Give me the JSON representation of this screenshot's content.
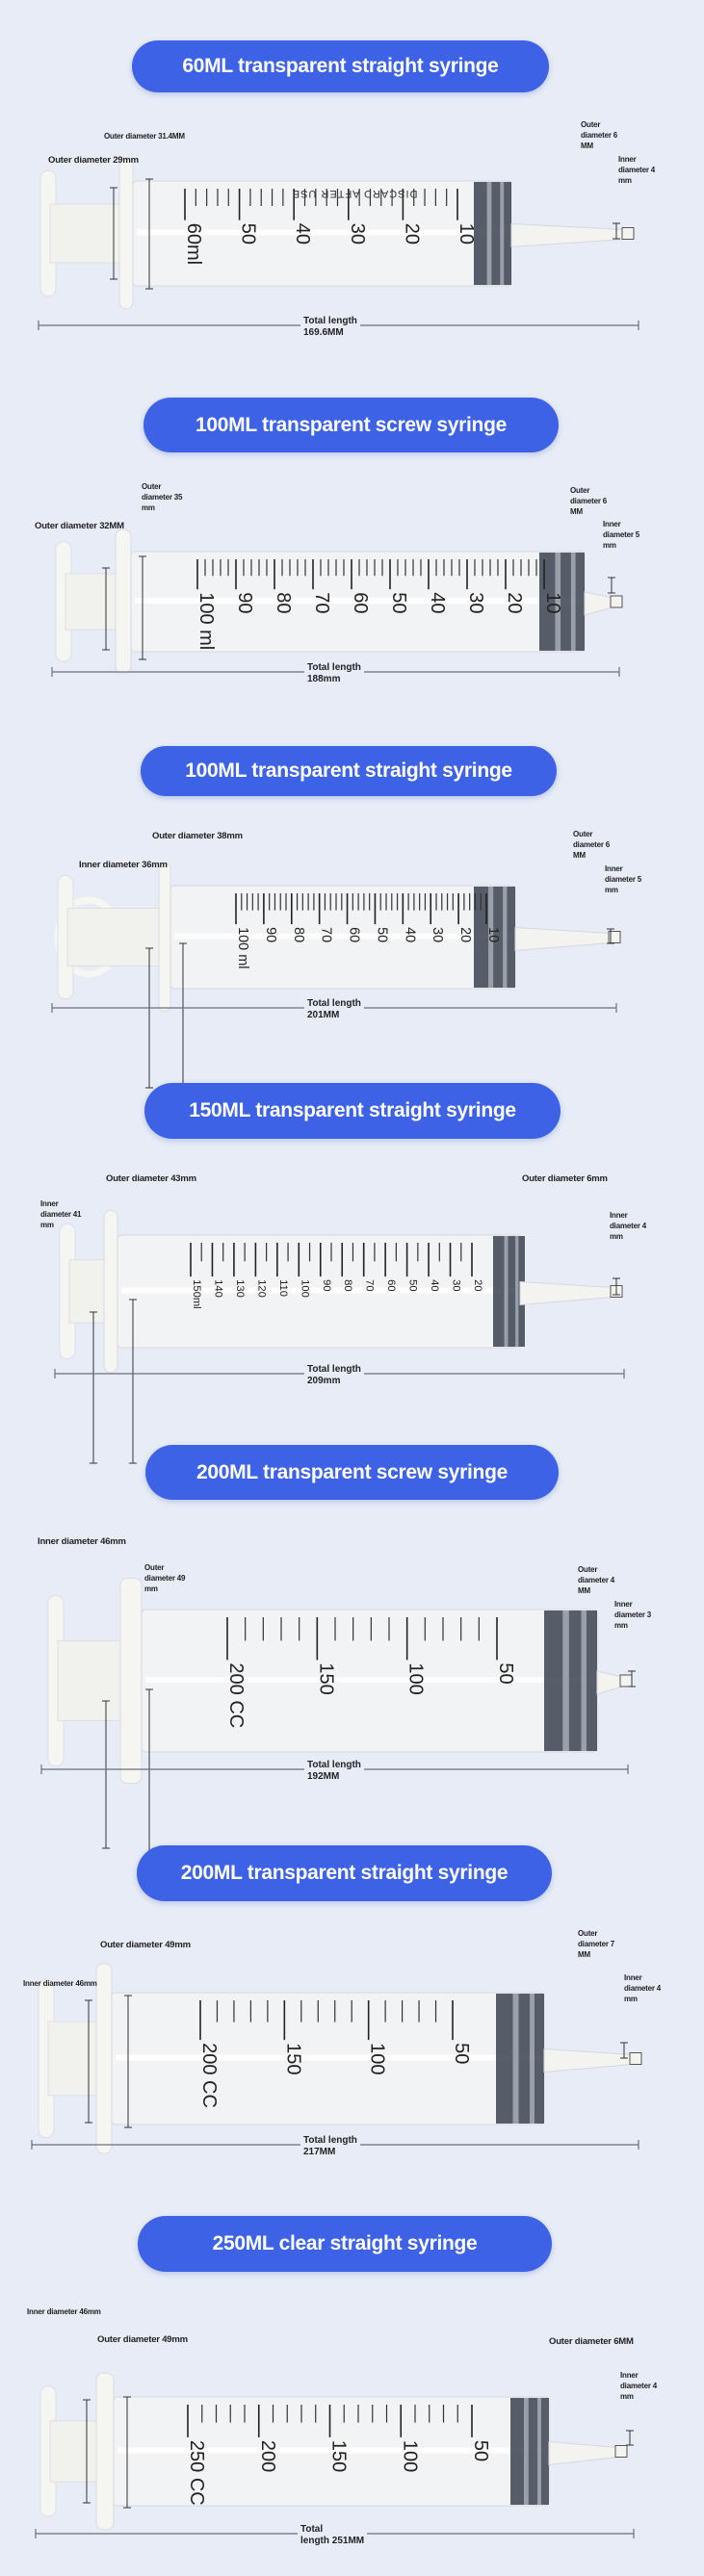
{
  "sections": [
    {
      "title": "60ML transparent straight syringe",
      "labels": [
        "Outer diameter 31.4MM",
        "Outer diameter 29mm",
        "Outer\ndiameter 6\nMM",
        "Inner\ndiameter 4\nmm"
      ],
      "total": "Total length\n169.6MM",
      "scale": [
        "60ml",
        "50",
        "40",
        "30",
        "20",
        "10"
      ],
      "barrel_print": "DISCARD AFTER USE"
    },
    {
      "title": "100ML transparent screw syringe",
      "labels": [
        "Outer\ndiameter 35\nmm",
        "Outer diameter 32MM",
        "Outer\ndiameter 6\nMM",
        "Inner\ndiameter 5\nmm"
      ],
      "total": "Total length\n188mm",
      "scale": [
        "100 ml",
        "90",
        "80",
        "70",
        "60",
        "50",
        "40",
        "30",
        "20",
        "10"
      ]
    },
    {
      "title": "100ML transparent straight syringe",
      "labels": [
        "Outer diameter 38mm",
        "Inner diameter 36mm",
        "Outer\ndiameter 6\nMM",
        "Inner\ndiameter 5\nmm"
      ],
      "total": "Total length\n201MM",
      "scale": [
        "100 ml",
        "90",
        "80",
        "70",
        "60",
        "50",
        "40",
        "30",
        "20",
        "10"
      ]
    },
    {
      "title": "150ML transparent straight syringe",
      "labels": [
        "Outer diameter 43mm",
        "Inner\ndiameter 41\nmm",
        "Outer diameter 6mm",
        "Inner\ndiameter 4\nmm"
      ],
      "total": "Total length\n209mm",
      "scale": [
        "150ml",
        "140",
        "130",
        "120",
        "110",
        "100",
        "90",
        "80",
        "70",
        "60",
        "50",
        "40",
        "30",
        "20"
      ]
    },
    {
      "title": "200ML transparent screw syringe",
      "labels": [
        "Inner diameter 46mm",
        "Outer\ndiameter 49\nmm",
        "Outer\ndiameter 4\nMM",
        "Inner\ndiameter 3\nmm"
      ],
      "total": "Total length\n192MM",
      "scale": [
        "200 CC",
        "150",
        "100",
        "50"
      ]
    },
    {
      "title": "200ML transparent straight syringe",
      "labels": [
        "Outer diameter 49mm",
        "Inner diameter 46mm",
        "Outer\ndiameter 7\nMM",
        "Inner\ndiameter 4\nmm"
      ],
      "total": "Total length\n217MM",
      "scale": [
        "200 CC",
        "150",
        "100",
        "50"
      ]
    },
    {
      "title": "250ML clear straight syringe",
      "labels": [
        "Inner diameter 46mm",
        "Outer diameter 49mm",
        "Outer diameter 6MM",
        "Inner\ndiameter 4\nmm"
      ],
      "total": "Total\nlength 251MM",
      "scale": [
        "250 CC",
        "200",
        "150",
        "100",
        "50"
      ]
    }
  ],
  "colors": {
    "background": "#e7ecf7",
    "pill": "#3d62e6",
    "stopper": "#3b4250"
  }
}
